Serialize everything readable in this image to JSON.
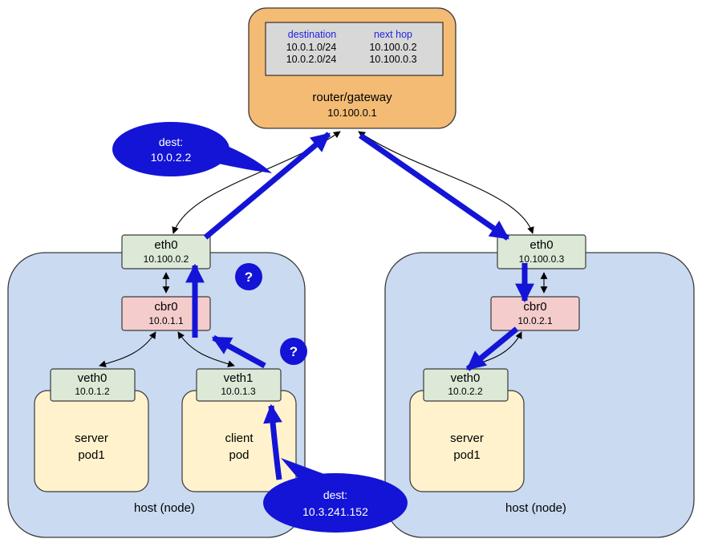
{
  "colors": {
    "flow_blue": "#1414d6",
    "router_fill": "#f3bb74",
    "table_fill": "#d8d8d8",
    "table_header_blue": "#2222e0",
    "host_fill": "#c9daf1",
    "iface_fill": "#dce9d7",
    "bridge_fill": "#f5cccc",
    "pod_fill": "#fff2cc"
  },
  "router": {
    "title": "router/gateway",
    "ip": "10.100.0.1",
    "table": {
      "header_destination": "destination",
      "header_next_hop": "next hop",
      "rows": [
        {
          "destination": "10.0.1.0/24",
          "next_hop": "10.100.0.2"
        },
        {
          "destination": "10.0.2.0/24",
          "next_hop": "10.100.0.3"
        }
      ]
    }
  },
  "callouts": {
    "left": {
      "line1": "dest:",
      "line2": "10.0.2.2"
    },
    "bottom": {
      "line1": "dest:",
      "line2": "10.3.241.152"
    },
    "question": "?"
  },
  "left_host": {
    "label": "host (node)",
    "eth0_name": "eth0",
    "eth0_ip": "10.100.0.2",
    "cbr0_name": "cbr0",
    "cbr0_ip": "10.0.1.1",
    "veth0_name": "veth0",
    "veth0_ip": "10.0.1.2",
    "veth1_name": "veth1",
    "veth1_ip": "10.0.1.3",
    "server_pod_line1": "server",
    "server_pod_line2": "pod1",
    "client_pod_line1": "client",
    "client_pod_line2": "pod"
  },
  "right_host": {
    "label": "host (node)",
    "eth0_name": "eth0",
    "eth0_ip": "10.100.0.3",
    "cbr0_name": "cbr0",
    "cbr0_ip": "10.0.2.1",
    "veth0_name": "veth0",
    "veth0_ip": "10.0.2.2",
    "server_pod_line1": "server",
    "server_pod_line2": "pod1"
  }
}
